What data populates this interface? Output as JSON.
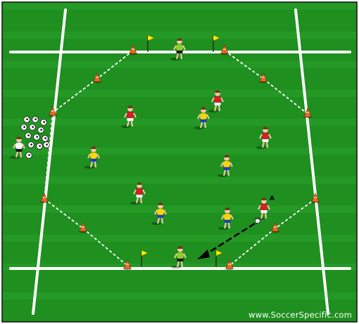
{
  "diagram": {
    "type": "soccer-drill",
    "colors": {
      "grass_dark": "#1f8f1f",
      "grass_light": "#2aa32a",
      "line": "#ffffff",
      "boundary": "#ffffff",
      "cone": "#f26522",
      "flag": "#ffee00",
      "red_team": "#d42121",
      "yellow_team": "#f5d60a",
      "goalkeeper": "#8bd12a",
      "shorts_red_team": "#ffffff",
      "shorts_yellow_team": "#1f3fbf",
      "arrow": "#000000"
    },
    "icons": [
      "cone-icon",
      "flag-icon",
      "ball-icon",
      "player-icon",
      "arrow-icon"
    ],
    "player_label": "A",
    "watermark": "www.SoccerSpecific.com"
  }
}
